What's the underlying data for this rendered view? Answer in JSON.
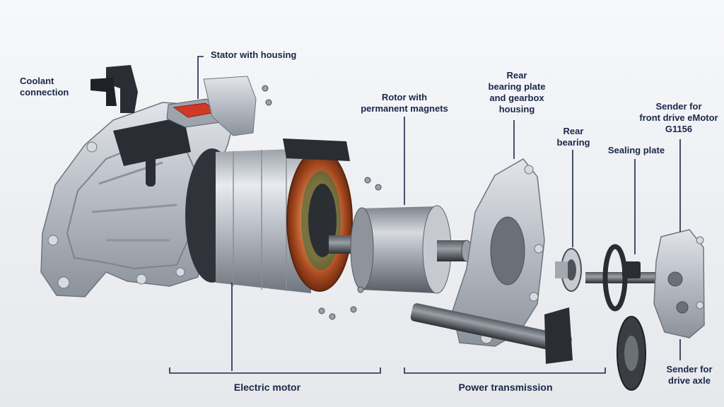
{
  "labels": {
    "coolant": "Coolant\nconnection",
    "stator": "Stator with housing",
    "rotor": "Rotor with\npermanent magnets",
    "rear_plate": "Rear\nbearing plate\nand gearbox\nhousing",
    "rear_bearing": "Rear\nbearing",
    "sealing_plate": "Sealing plate",
    "sender_front": "Sender for\nfront drive eMotor\nG1156",
    "sender_axle": "Sender for\ndrive axle"
  },
  "groups": {
    "electric_motor": "Electric motor",
    "power_transmission": "Power transmission"
  },
  "colors": {
    "label_text": "#1a2748",
    "leader_line": "#1a2748",
    "aluminium": "#b9bec6",
    "copper": "#b5532a",
    "dark_part": "#2a2d33"
  },
  "icons": [
    "motor-housing",
    "stator",
    "rotor",
    "bearing-plate",
    "bearing",
    "sealing-plate",
    "sender",
    "drive-shaft"
  ]
}
